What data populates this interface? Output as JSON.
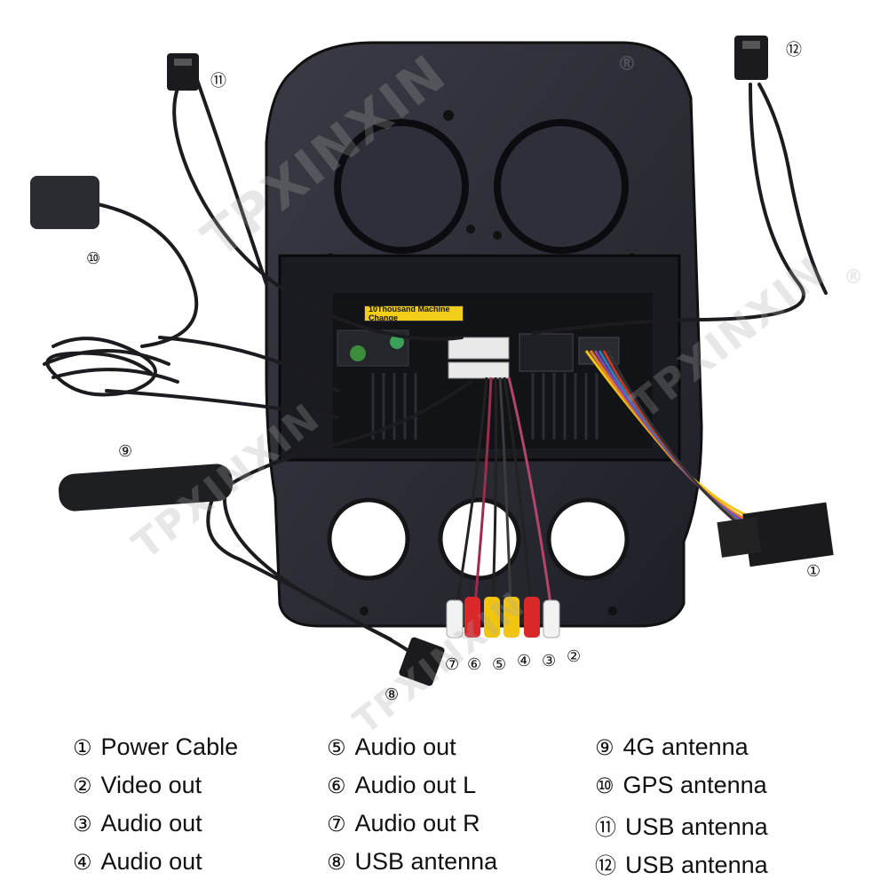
{
  "photo": {
    "sticker_text": "10Thousand Machine Change",
    "watermark": "TPXINXIN",
    "watermark_mark": "®"
  },
  "callouts": [
    "①",
    "②",
    "③",
    "④",
    "⑤",
    "⑥",
    "⑦",
    "⑧",
    "⑨",
    "⑩",
    "⑪",
    "⑫"
  ],
  "legend": [
    {
      "num": "①",
      "label": "Power Cable"
    },
    {
      "num": "②",
      "label": "Video out"
    },
    {
      "num": "③",
      "label": "Audio out"
    },
    {
      "num": "④",
      "label": "Audio out"
    },
    {
      "num": "⑤",
      "label": "Audio out"
    },
    {
      "num": "⑥",
      "label": "Audio out L"
    },
    {
      "num": "⑦",
      "label": "Audio out R"
    },
    {
      "num": "⑧",
      "label": "USB antenna"
    },
    {
      "num": "⑨",
      "label": "4G antenna"
    },
    {
      "num": "⑩",
      "label": "GPS antenna"
    },
    {
      "num": "⑪",
      "label": "USB antenna"
    },
    {
      "num": "⑫",
      "label": "USB antenna"
    }
  ],
  "colors": {
    "frame": "#2a2b33",
    "frame_dark": "#15161b",
    "cable": "#1c1c20",
    "rca_white": "#f2f2f2",
    "rca_red": "#d8282a",
    "rca_yellow": "#f1c40f",
    "sticker": "#f2cd1a"
  }
}
